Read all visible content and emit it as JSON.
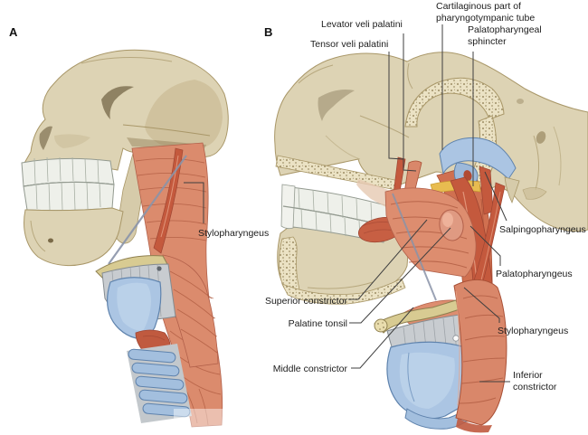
{
  "figure": {
    "type": "anatomical-illustration",
    "subject": "Pharyngeal muscles, lateral views"
  },
  "panels": {
    "a": {
      "letter": "A",
      "labels": {
        "stylopharyngeus": "Stylopharyngeus"
      }
    },
    "b": {
      "letter": "B",
      "labels": {
        "levator": "Levator veli palatini",
        "tensor": "Tensor veli palatini",
        "cartilaginous_line1": "Cartilaginous part of",
        "cartilaginous_line2": "pharyngotympanic tube",
        "sphincter_line1": "Palatopharyngeal",
        "sphincter_line2": "sphincter",
        "salpingopharyngeus": "Salpingopharyngeus",
        "palatopharyngeus": "Palatopharyngeus",
        "stylopharyngeus": "Stylopharyngeus",
        "superior_constrictor": "Superior constrictor",
        "palatine_tonsil": "Palatine tonsil",
        "middle_constrictor": "Middle constrictor",
        "inferior_line1": "Inferior",
        "inferior_line2": "constrictor"
      }
    }
  },
  "colors": {
    "bone": "#ddd3b4",
    "bone_shade": "#b7a87e",
    "spongy_dots": "#8f7f55",
    "teeth": "#eef0ea",
    "muscle": "#db8b6d",
    "muscle_dark": "#c4593d",
    "muscle_striation": "#b05c41",
    "cartilage_blue": "#abc5e3",
    "cartilage_edge": "#5f83ad",
    "membrane_gray": "#c8ccd0",
    "hyoid_cream": "#d8cb92",
    "tonsil": "#df9a82",
    "sphincter_band_yellow": "#e8bc50",
    "leader_line": "#3f3f3f",
    "label_text": "#1c1c1c",
    "background": "#ffffff"
  }
}
